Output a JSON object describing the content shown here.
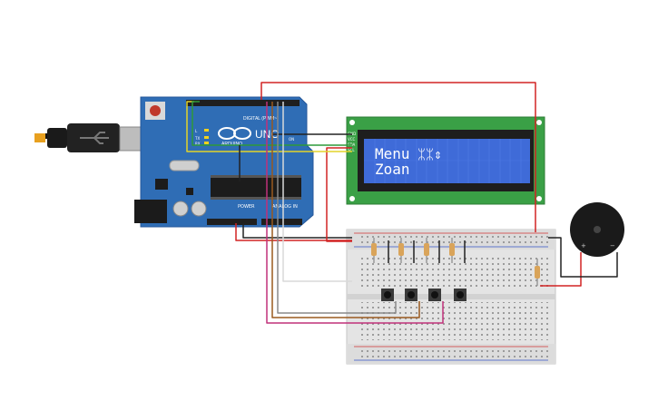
{
  "arduino": {
    "logo_text": "ARDUINO",
    "model": "UNO",
    "digital_label": "DIGITAL (PWM~)",
    "power_label": "POWER",
    "analog_label": "ANALOG IN",
    "on_label": "ON",
    "tx_label": "TX",
    "rx_label": "RX",
    "l_label": "L"
  },
  "lcd": {
    "line1": "Menu",
    "line1_glyphs": "ᛯᛯ⇕",
    "line2": "Zoan",
    "pins": [
      "GND",
      "VCC",
      "SDA",
      "SCL"
    ]
  },
  "breadboard": {
    "pushbutton_count": 4,
    "resistor_count": 5
  },
  "colors": {
    "board_blue": "#2f6db5",
    "lcd_green": "#3aa046",
    "lcd_screen": "#3f6bd8",
    "wire_red": "#d22323",
    "wire_yellow": "#e3d32a",
    "wire_green": "#2f9a3a",
    "wire_black": "#222222",
    "wire_gray": "#8a8a8a",
    "wire_white": "#d9d9d9",
    "wire_brown": "#9a5a1e",
    "wire_magenta": "#c0307a"
  }
}
